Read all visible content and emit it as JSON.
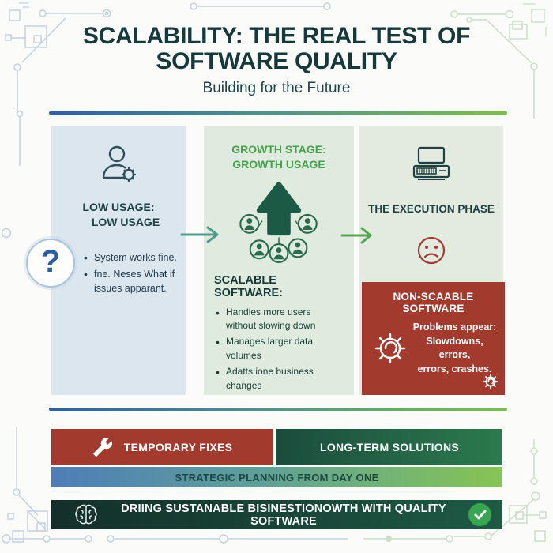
{
  "header": {
    "title_line1": "SCALABILITY: THE REAL TEST OF",
    "title_line2": "SOFTWARE QUALITY",
    "subtitle": "Building for the Future"
  },
  "stage1": {
    "heading_line1": "LOW USAGE:",
    "heading_line2": "LOW USAGE",
    "question_mark": "?",
    "bullets": [
      "System works fine.",
      "fne. Neses What if issues apparant."
    ]
  },
  "stage2": {
    "heading_line1": "GROWTH STAGE:",
    "heading_line2": "GROWTH USAGE",
    "subheading": "SCALABLE SOFTWARE:",
    "bullets": [
      "Handles more users without slowing down",
      "Manages larger data volumes",
      "Adatts ione business changes"
    ]
  },
  "stage3": {
    "heading": "THE EXECUTION PHASE",
    "alert": {
      "title": "NON-SCAABLE SOFTWARE",
      "line1": "Problems appear:",
      "line2": "Slowdowns, errors,",
      "line3": "errors, crashes."
    }
  },
  "footer": {
    "bar_red_label": "TEMPORARY FIXES",
    "bar_green_label": "LONG-TERM SOLUTIONS",
    "bar_gradient_label": "STRATEGIC PLANNING FROM DAY ONE",
    "banner_label": "DRIING SUSTANABLE BISINESTIONOWTH WITH QUALITY SOFTWARE"
  },
  "icons": {
    "user_gear": "user-gear-icon",
    "laptop": "laptop-icon",
    "question": "question-mark-icon",
    "growth_arrow": "up-arrow-users-icon",
    "sad_face": "sad-face-icon",
    "gear": "gear-icon",
    "wrench": "wrench-icon",
    "brain": "brain-icon",
    "check": "check-icon"
  },
  "colors": {
    "title_teal": "#16393b",
    "accent_green": "#46a14c",
    "dark_green": "#1d5c46",
    "brick_red": "#a23a2d",
    "question_blue": "#2d5ca9",
    "col1_bg": "#dbe6ef",
    "col2_bg": "#e0ebdf",
    "col3_bg": "#e3eae0",
    "gradient_blue": "#4e7db8",
    "gradient_green": "#86c553",
    "check_green": "#38a651"
  }
}
